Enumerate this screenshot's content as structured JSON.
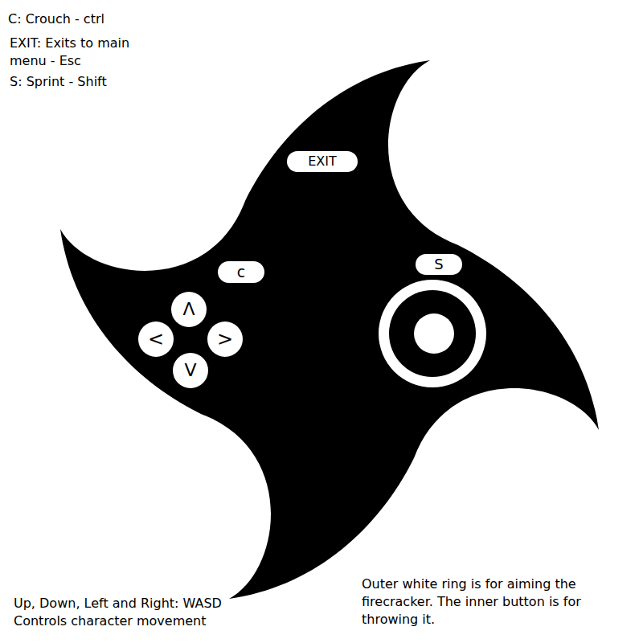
{
  "diagram": {
    "nodes": [
      {
        "text": [
          "EXIT"
        ]
      },
      {
        "text": [
          "c"
        ]
      },
      {
        "text": [
          "S"
        ]
      },
      {
        "text": [
          "Λ"
        ]
      },
      {
        "text": [
          "<"
        ]
      },
      {
        "text": [
          ">"
        ]
      },
      {
        "text": [
          "V"
        ]
      }
    ],
    "labels": [
      "C: Crouch - ctrl",
      "EXIT: Exits to main menu - Esc",
      "S: Sprint - Shift",
      "Up, Down, Left and Right: WASD Controls character movement",
      "Outer white ring is for aiming the firecracker. The inner button is for throwing it."
    ]
  }
}
